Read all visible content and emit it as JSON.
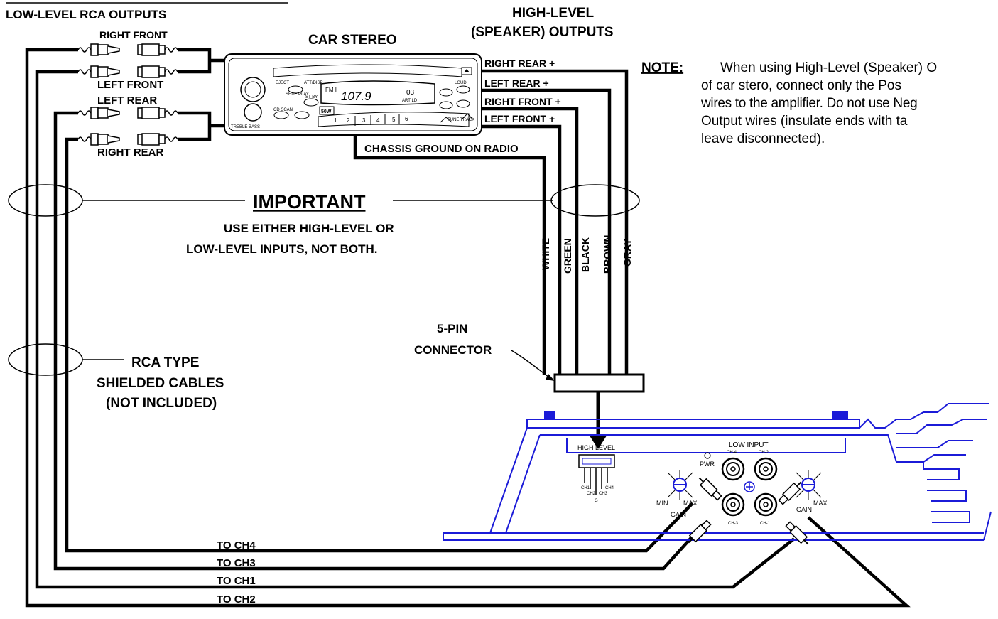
{
  "labels": {
    "low_level_outputs": "LOW-LEVEL RCA OUTPUTS",
    "right_front": "RIGHT FRONT",
    "left_front": "LEFT FRONT",
    "left_rear": "LEFT REAR",
    "right_rear": "RIGHT REAR",
    "car_stereo": "CAR  STEREO",
    "high_level_line1": "HIGH-LEVEL",
    "high_level_line2": "(SPEAKER)  OUTPUTS",
    "right_rear_plus": "RIGHT REAR +",
    "left_rear_plus": "LEFT REAR +",
    "right_front_plus": "RIGHT FRONT +",
    "left_front_plus": "LEFT FRONT +",
    "chassis_ground": "CHASSIS GROUND ON RADIO",
    "important": "IMPORTANT",
    "important_line1": "USE EITHER HIGH-LEVEL OR",
    "important_line2": "LOW-LEVEL INPUTS, NOT BOTH.",
    "rca_line1": "RCA TYPE",
    "rca_line2": "SHIELDED CABLES",
    "rca_line3": "(NOT INCLUDED)",
    "pin_line1": "5-PIN",
    "pin_line2": "CONNECTOR",
    "to_ch4": "TO CH4",
    "to_ch3": "TO CH3",
    "to_ch1": "TO CH1",
    "to_ch2": "TO CH2"
  },
  "wire_colors": [
    "WHITE",
    "GREEN",
    "BLACK",
    "BROWN",
    "GRAY"
  ],
  "note": {
    "heading": "NOTE:",
    "line1": "When using High-Level (Speaker) O",
    "line2": "of car stero, connect only the Pos",
    "line3": "wires to the amplifier.  Do not use Neg",
    "line4": "Output wires (insulate ends with ta",
    "line5": "leave disconnected)."
  },
  "stereo_face": {
    "frequency": "107.9",
    "band": "FM I",
    "track": "03",
    "mode": "ART LD",
    "power": "50W",
    "presets": [
      "1",
      "2",
      "3",
      "4",
      "5",
      "6"
    ],
    "buttons": [
      "EJECT",
      "SHUF PLAY",
      "ATT/DISP",
      "ST BY",
      "LOUD",
      "CD SCAN",
      "TREBLE BASS",
      "TUNE TRACK"
    ]
  },
  "amplifier": {
    "high_level": "HIGH LEVEL",
    "low_input": "LOW INPUT",
    "pwr": "PWR",
    "min": "MIN",
    "max": "MAX",
    "gain": "GAIN",
    "ch_top_left": "CH-4",
    "ch_top_right": "CH-2",
    "ch_bottom_left": "CH-3",
    "ch_bottom_right": "CH-1",
    "pin_labels": [
      "CH1",
      "CH2",
      "CH3",
      "G",
      "CH4"
    ]
  }
}
